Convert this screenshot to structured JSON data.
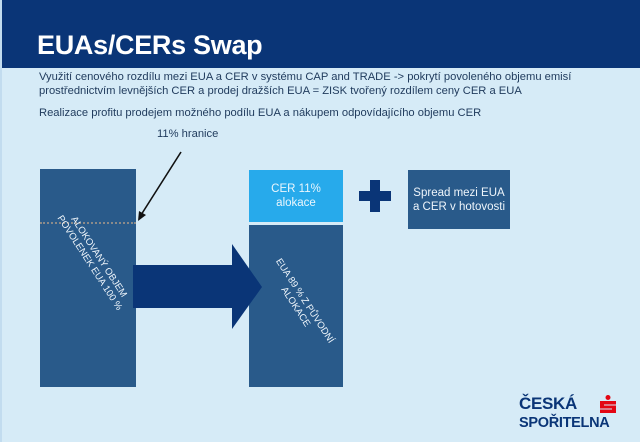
{
  "slide": {
    "title": "EUAs/CERs Swap",
    "paragraphs": [
      {
        "line1": "Využití cenového rozdílu mezi EUA a CER v systému CAP and TRADE -> pokrytí povoleného objemu emisí",
        "line2": "prostřednictvím levnějších CER a prodej dražších EUA = ZISK tvořený rozdílem ceny CER a EUA"
      },
      {
        "line1": "Realizace profitu prodejem možného podílu EUA a nákupem odpovídajícího objemu CER"
      }
    ],
    "annotation": "11% hranice"
  },
  "diagram": {
    "left_box": {
      "line1": "ALOKOVANÝ OBJEM",
      "line2": "POVOLENEK EUA 100 %"
    },
    "cer_box": {
      "line1": "CER 11%",
      "line2": "alokace"
    },
    "eua_box": {
      "line1": "EUA 89 % Z PŮVODNÍ",
      "line2": "ALOKACE"
    },
    "spread_box": {
      "line1": "Spread mezi EUA",
      "line2": "a CER v hotovosti"
    },
    "icons": {
      "arrow": "right-arrow-icon",
      "plus": "plus-icon",
      "pointer": "pointer-arrow-icon"
    }
  },
  "logo": {
    "line1": "ČESKÁ",
    "line2": "SPOŘITELNA",
    "colors": {
      "text": "#0a3577",
      "mark": "#e30613"
    }
  },
  "colors": {
    "header": "#0a3577",
    "background": "#d6ebf7",
    "box_dark": "#295a8a",
    "box_light": "#27aaeb",
    "text": "#1f3a5c"
  }
}
